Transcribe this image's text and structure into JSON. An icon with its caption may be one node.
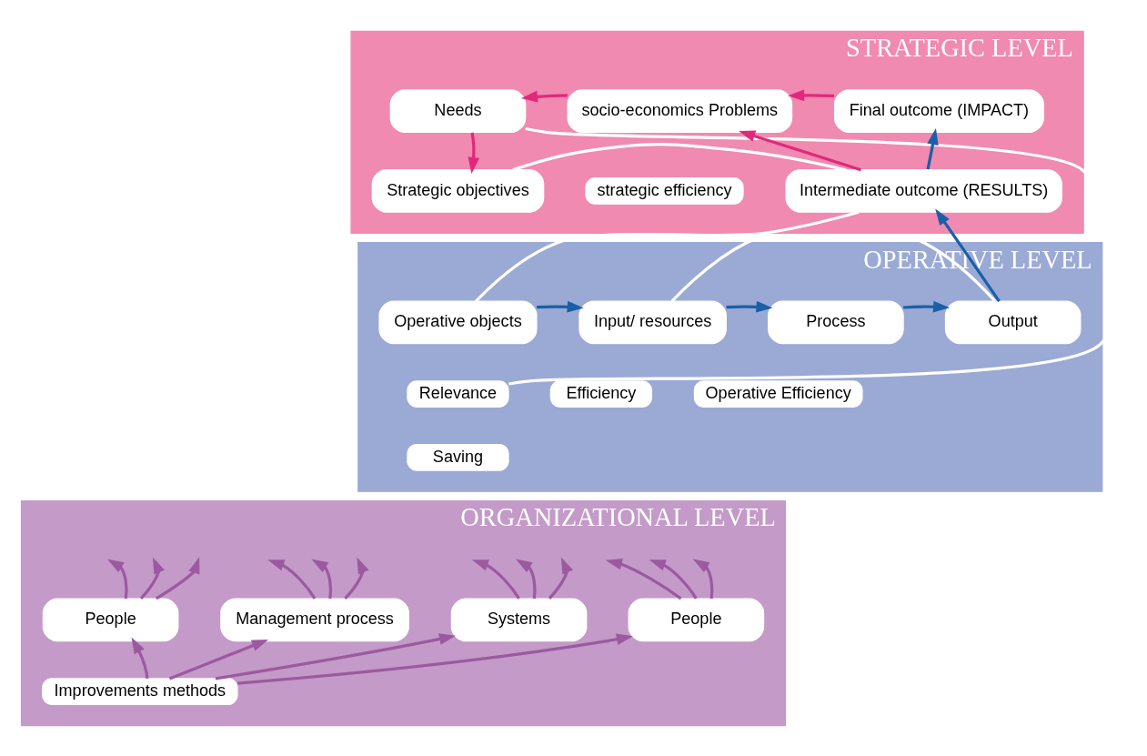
{
  "diagram": {
    "nodes": [
      {
        "text": [
          "STRATEGIC LEVEL"
        ]
      },
      {
        "text": [
          "Needs"
        ],
        "in": 0
      },
      {
        "text": [
          "socio-economics Problems"
        ],
        "in": 0
      },
      {
        "text": [
          "Final outcome (IMPACT)"
        ],
        "in": 0
      },
      {
        "text": [
          "Strategic objectives"
        ],
        "in": 0
      },
      {
        "text": [
          "strategic efficiency"
        ],
        "in": 0
      },
      {
        "text": [
          "Intermediate outcome (RESULTS)"
        ],
        "in": 0
      },
      {
        "text": [
          "OPERATIVE LEVEL"
        ]
      },
      {
        "text": [
          "Operative objects"
        ],
        "in": 7
      },
      {
        "text": [
          "Input/ resources"
        ],
        "in": 7
      },
      {
        "text": [
          "Process"
        ],
        "in": 7
      },
      {
        "text": [
          "Output"
        ],
        "in": 7
      },
      {
        "text": [
          "Relevance"
        ],
        "in": 7
      },
      {
        "text": [
          "Efficiency"
        ],
        "in": 7
      },
      {
        "text": [
          "Operative Efficiency"
        ],
        "in": 7
      },
      {
        "text": [
          "Saving"
        ],
        "in": 7
      },
      {
        "text": [
          "ORGANIZATIONAL LEVEL"
        ]
      },
      {
        "text": [
          "People"
        ],
        "in": 16
      },
      {
        "text": [
          "Management process"
        ],
        "in": 16
      },
      {
        "text": [
          "Systems"
        ],
        "in": 16
      },
      {
        "text": [
          "People"
        ],
        "in": 16
      },
      {
        "text": [
          "Improvements methods"
        ],
        "in": 16
      }
    ],
    "edges": [
      {
        "from": 3,
        "to": 2,
        "arrow": "to",
        "color": "#e2287a"
      },
      {
        "from": 6,
        "to": 2,
        "arrow": "to",
        "color": "#e2287a"
      },
      {
        "from": 2,
        "to": 1,
        "arrow": "to",
        "color": "#e2287a"
      },
      {
        "from": 1,
        "to": 4,
        "arrow": "to",
        "color": "#e2287a"
      },
      {
        "from": 6,
        "to": 3,
        "arrow": "to",
        "color": "#1a5fa8"
      },
      {
        "from": 4,
        "to": 6,
        "arrow": "none",
        "color": "#ffffff"
      },
      {
        "from": 1,
        "to": 12,
        "arrow": "none",
        "color": "#ffffff"
      },
      {
        "from": 8,
        "to": 9,
        "arrow": "to",
        "color": "#1a5fa8"
      },
      {
        "from": 9,
        "to": 10,
        "arrow": "to",
        "color": "#1a5fa8"
      },
      {
        "from": 10,
        "to": 11,
        "arrow": "to",
        "color": "#1a5fa8"
      },
      {
        "from": 11,
        "to": 6,
        "arrow": "to",
        "color": "#1a5fa8"
      },
      {
        "from": 9,
        "to": 11,
        "arrow": "none",
        "color": "#ffffff"
      },
      {
        "from": 8,
        "to": 6,
        "arrow": "none",
        "color": "#ffffff"
      },
      {
        "from": 17,
        "to": null,
        "arrow": "to",
        "color": "#9b5aa0"
      },
      {
        "from": 17,
        "to": null,
        "arrow": "to",
        "color": "#9b5aa0"
      },
      {
        "from": 17,
        "to": null,
        "arrow": "to",
        "color": "#9b5aa0"
      },
      {
        "from": 18,
        "to": null,
        "arrow": "to",
        "color": "#9b5aa0"
      },
      {
        "from": 18,
        "to": null,
        "arrow": "to",
        "color": "#9b5aa0"
      },
      {
        "from": 18,
        "to": null,
        "arrow": "to",
        "color": "#9b5aa0"
      },
      {
        "from": 19,
        "to": null,
        "arrow": "to",
        "color": "#9b5aa0"
      },
      {
        "from": 19,
        "to": null,
        "arrow": "to",
        "color": "#9b5aa0"
      },
      {
        "from": 19,
        "to": null,
        "arrow": "to",
        "color": "#9b5aa0"
      },
      {
        "from": 20,
        "to": null,
        "arrow": "to",
        "color": "#9b5aa0"
      },
      {
        "from": 20,
        "to": null,
        "arrow": "to",
        "color": "#9b5aa0"
      },
      {
        "from": 20,
        "to": null,
        "arrow": "to",
        "color": "#9b5aa0"
      },
      {
        "from": 21,
        "to": 17,
        "arrow": "to",
        "color": "#9b5aa0"
      },
      {
        "from": 21,
        "to": 18,
        "arrow": "to",
        "color": "#9b5aa0"
      },
      {
        "from": 21,
        "to": 19,
        "arrow": "to",
        "color": "#9b5aa0"
      },
      {
        "from": 21,
        "to": 20,
        "arrow": "to",
        "color": "#9b5aa0"
      }
    ]
  }
}
